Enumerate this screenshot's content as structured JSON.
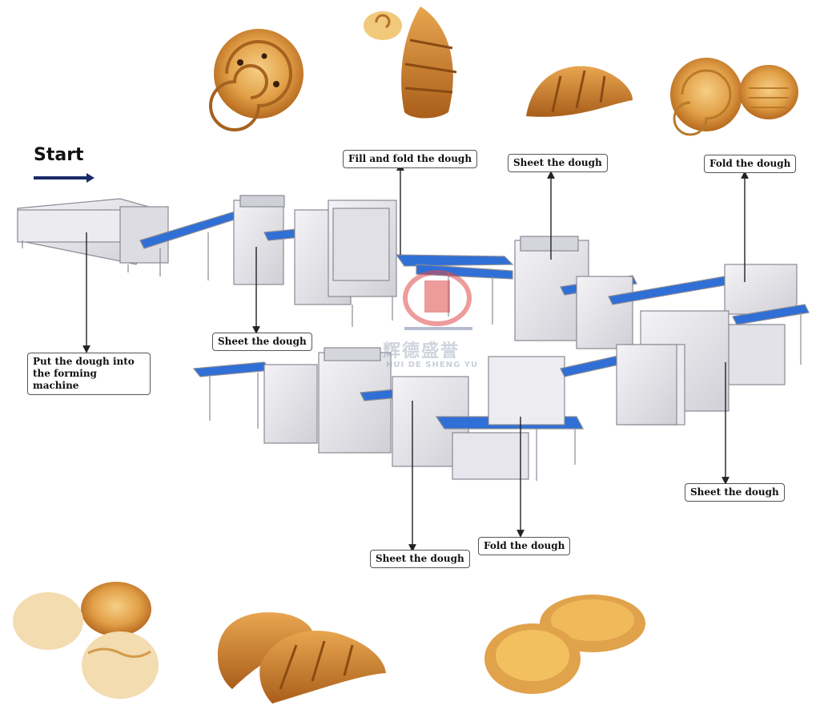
{
  "title": "Start",
  "watermark": {
    "cn": "辉德盛誉",
    "en": "HUI DE SHENG YU"
  },
  "steps": [
    {
      "id": "put-dough",
      "text": "Put the dough into the forming machine"
    },
    {
      "id": "sheet-1",
      "text": "Sheet the dough"
    },
    {
      "id": "fill-fold",
      "text": "Fill and fold the dough"
    },
    {
      "id": "sheet-2",
      "text": "Sheet the dough"
    },
    {
      "id": "fold-1",
      "text": "Fold the dough"
    },
    {
      "id": "sheet-3",
      "text": "Sheet the dough"
    },
    {
      "id": "fold-2",
      "text": "Fold the dough"
    },
    {
      "id": "sheet-4",
      "text": "Sheet the dough"
    }
  ],
  "colors": {
    "belt": "#2f6fd6",
    "machine": "#e6e6ea",
    "frame": "#9a9aa5",
    "pastry": "#d9912f",
    "logo": "#e04a4a"
  }
}
